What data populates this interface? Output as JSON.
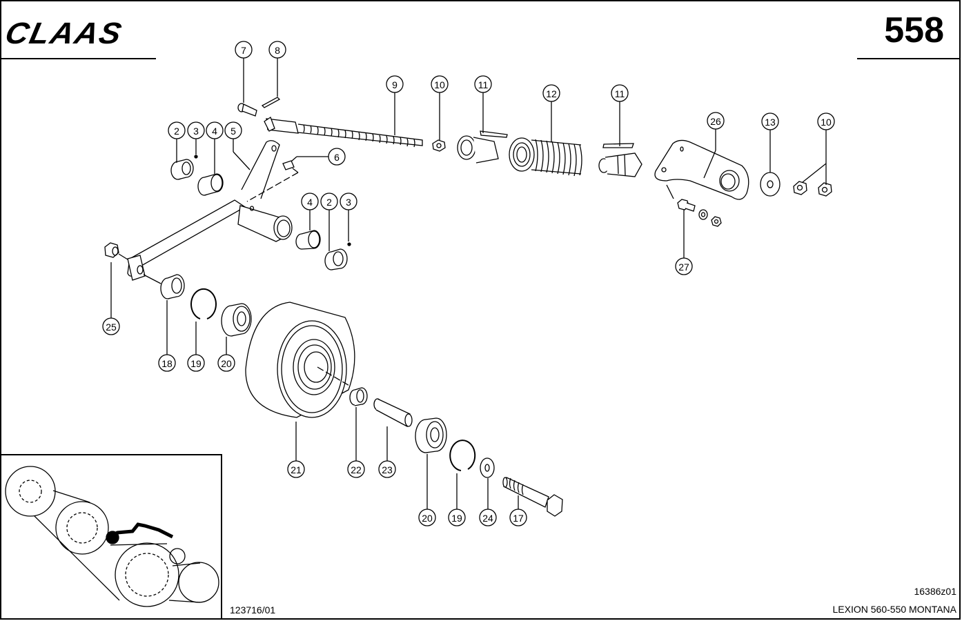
{
  "header": {
    "brand": "CLAAS",
    "page_number": "558"
  },
  "footer": {
    "drawing_number": "123716/01",
    "reference_number": "16386z01",
    "model": "LEXION 560-550 MONTANA"
  },
  "callouts": [
    {
      "id": "c7",
      "label": "7"
    },
    {
      "id": "c8",
      "label": "8"
    },
    {
      "id": "c9",
      "label": "9"
    },
    {
      "id": "c10a",
      "label": "10"
    },
    {
      "id": "c11a",
      "label": "11"
    },
    {
      "id": "c12",
      "label": "12"
    },
    {
      "id": "c11b",
      "label": "11"
    },
    {
      "id": "c26",
      "label": "26"
    },
    {
      "id": "c13",
      "label": "13"
    },
    {
      "id": "c10b",
      "label": "10"
    },
    {
      "id": "c2a",
      "label": "2"
    },
    {
      "id": "c3a",
      "label": "3"
    },
    {
      "id": "c4a",
      "label": "4"
    },
    {
      "id": "c5",
      "label": "5"
    },
    {
      "id": "c6",
      "label": "6"
    },
    {
      "id": "c4b",
      "label": "4"
    },
    {
      "id": "c2b",
      "label": "2"
    },
    {
      "id": "c3b",
      "label": "3"
    },
    {
      "id": "c27",
      "label": "27"
    },
    {
      "id": "c25",
      "label": "25"
    },
    {
      "id": "c18",
      "label": "18"
    },
    {
      "id": "c19a",
      "label": "19"
    },
    {
      "id": "c20a",
      "label": "20"
    },
    {
      "id": "c21",
      "label": "21"
    },
    {
      "id": "c22",
      "label": "22"
    },
    {
      "id": "c23",
      "label": "23"
    },
    {
      "id": "c20b",
      "label": "20"
    },
    {
      "id": "c19b",
      "label": "19"
    },
    {
      "id": "c24",
      "label": "24"
    },
    {
      "id": "c17",
      "label": "17"
    }
  ]
}
